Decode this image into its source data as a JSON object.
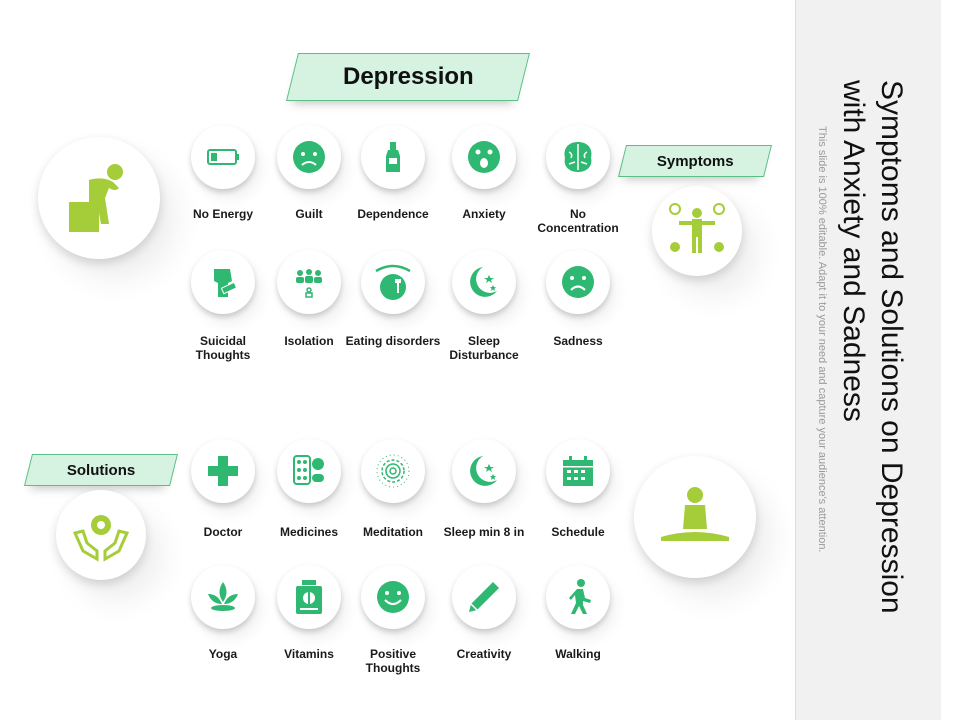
{
  "title": "Symptoms and Solutions on Depression with Anxiety and Sadness",
  "subtitle": "This slide is 100% editable. Adapt it to your need and capture your audience's attention.",
  "colors": {
    "icon_green": "#2eb872",
    "figure_lime": "#a5cd39",
    "banner_fill": "#d6f2e1",
    "banner_border": "#5cbf86"
  },
  "banners": {
    "depression": "Depression",
    "symptoms": "Symptoms",
    "solutions": "Solutions"
  },
  "symptoms": [
    {
      "label": "No Energy",
      "icon": "battery-low-icon"
    },
    {
      "label": "Guilt",
      "icon": "sad-face-icon"
    },
    {
      "label": "Dependence",
      "icon": "bottle-icon"
    },
    {
      "label": "Anxiety",
      "icon": "anxious-face-icon"
    },
    {
      "label": "No Concentration",
      "icon": "brain-icon"
    },
    {
      "label": "Suicidal Thoughts",
      "icon": "fist-icon"
    },
    {
      "label": "Isolation",
      "icon": "group-person-icon"
    },
    {
      "label": "Eating disorders",
      "icon": "plate-icon"
    },
    {
      "label": "Sleep Disturbance",
      "icon": "moon-stars-icon"
    },
    {
      "label": "Sadness",
      "icon": "frown-icon"
    }
  ],
  "solutions": [
    {
      "label": "Doctor",
      "icon": "medical-cross-icon"
    },
    {
      "label": "Medicines",
      "icon": "pills-icon"
    },
    {
      "label": "Meditation",
      "icon": "spiral-icon"
    },
    {
      "label": "Sleep min 8 in",
      "icon": "moon-stars-icon"
    },
    {
      "label": "Schedule",
      "icon": "calendar-icon"
    },
    {
      "label": "Yoga",
      "icon": "lotus-icon"
    },
    {
      "label": "Vitamins",
      "icon": "vitamin-jar-icon"
    },
    {
      "label": "Positive Thoughts",
      "icon": "smile-icon"
    },
    {
      "label": "Creativity",
      "icon": "pencil-icon"
    },
    {
      "label": "Walking",
      "icon": "walking-person-icon"
    }
  ]
}
